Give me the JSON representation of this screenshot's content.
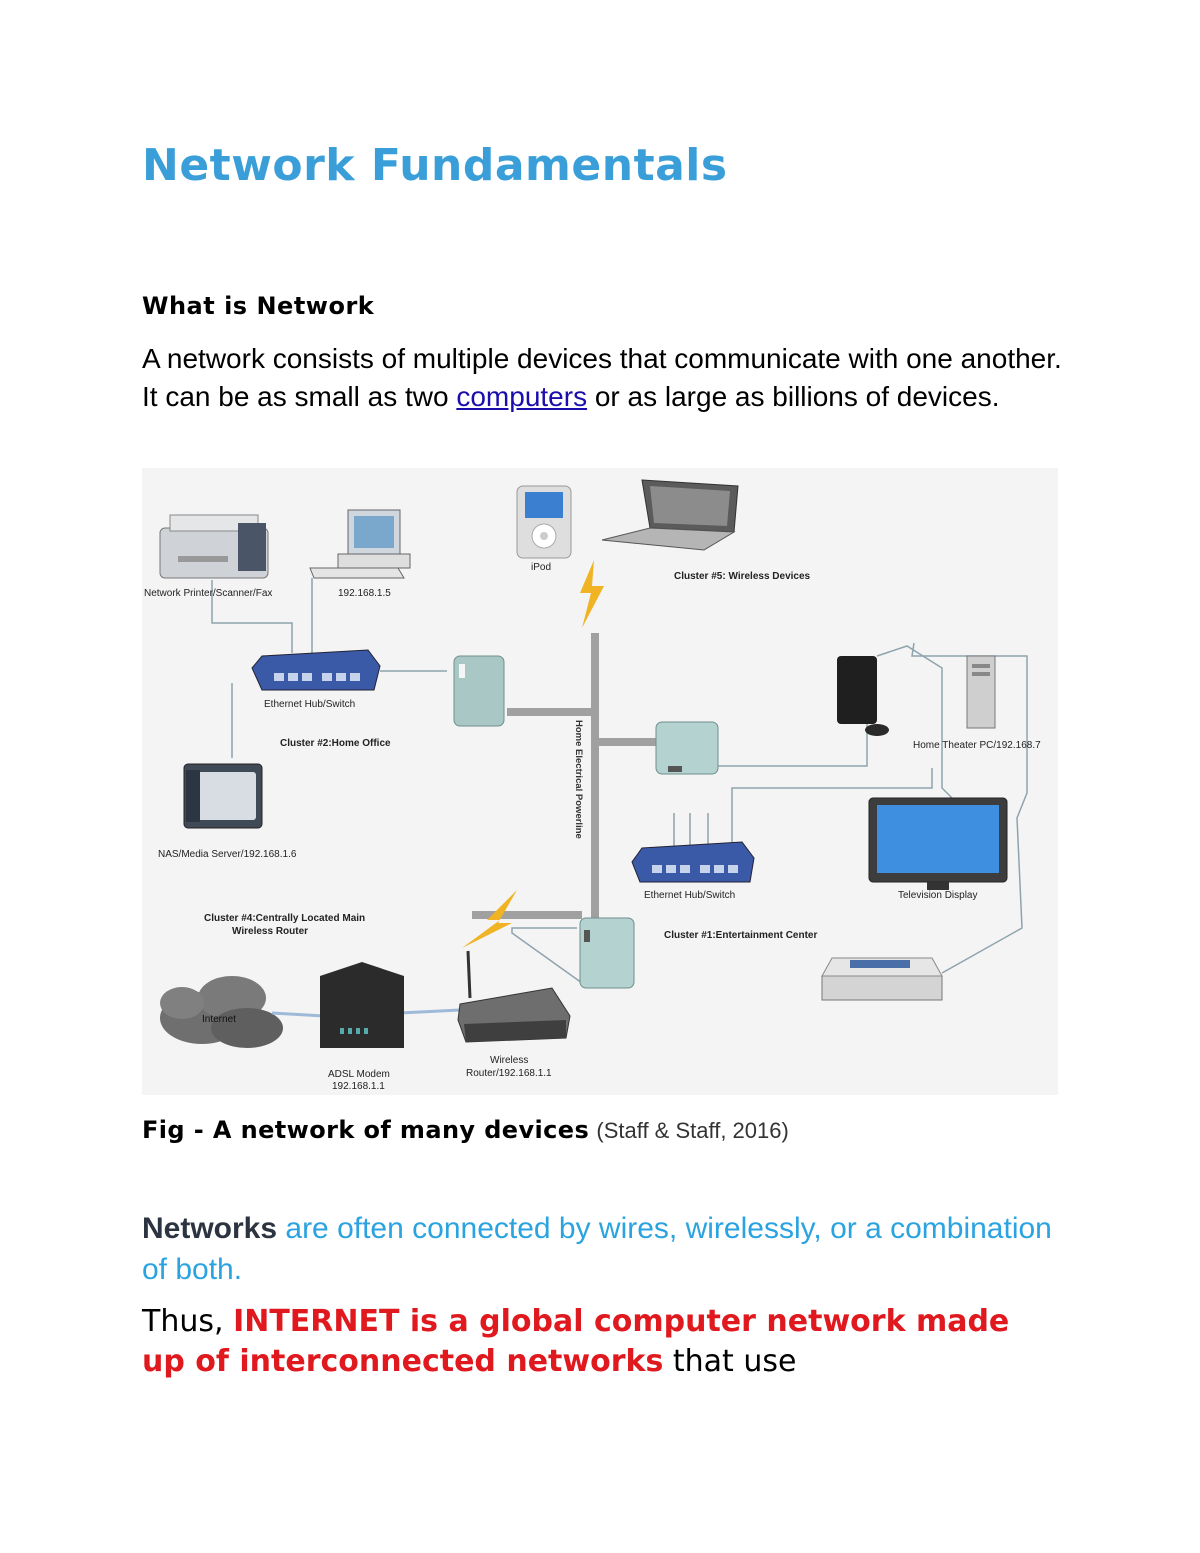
{
  "doc": {
    "title": "Network Fundamentals",
    "section_heading": "What is Network",
    "para1_before": "A network consists of multiple devices that communicate with one another. It can be as small as two ",
    "para1_link": "computers",
    "para1_after": " or as large as billions of devices.",
    "caption_bold": "Fig - A network of many devices",
    "caption_cite": "(Staff & Staff, 2016)",
    "para2_bold": "Networks",
    "para2_rest": " are often connected by wires, wirelessly, or a combination of both.",
    "para3_start": "Thus, ",
    "para3_red": "INTERNET  is a global computer network made up of interconnected networks",
    "para3_end": " that use"
  },
  "figure": {
    "labels": {
      "printer": "Network Printer/Scanner/Fax",
      "pc": "192.168.1.5",
      "ipod": "iPod",
      "cluster5": "Cluster #5: Wireless Devices",
      "hub1": "Ethernet Hub/Switch",
      "cluster2": "Cluster #2:Home Office",
      "powerline": "Home Electrical Powerline",
      "htpc": "Home Theater PC/192.168.7",
      "nas": "NAS/Media Server/192.168.1.6",
      "hub2": "Ethernet Hub/Switch",
      "tv": "Television Display",
      "cluster4_l1": "Cluster #4:Centrally Located Main",
      "cluster4_l2": "Wireless Router",
      "cluster1": "Cluster #1:Entertainment Center",
      "internet": "Internet",
      "modem_l1": "ADSL Modem",
      "modem_l2": "192.168.1.1",
      "router_l1": "Wireless",
      "router_l2": "Router/192.168.1.1"
    }
  }
}
